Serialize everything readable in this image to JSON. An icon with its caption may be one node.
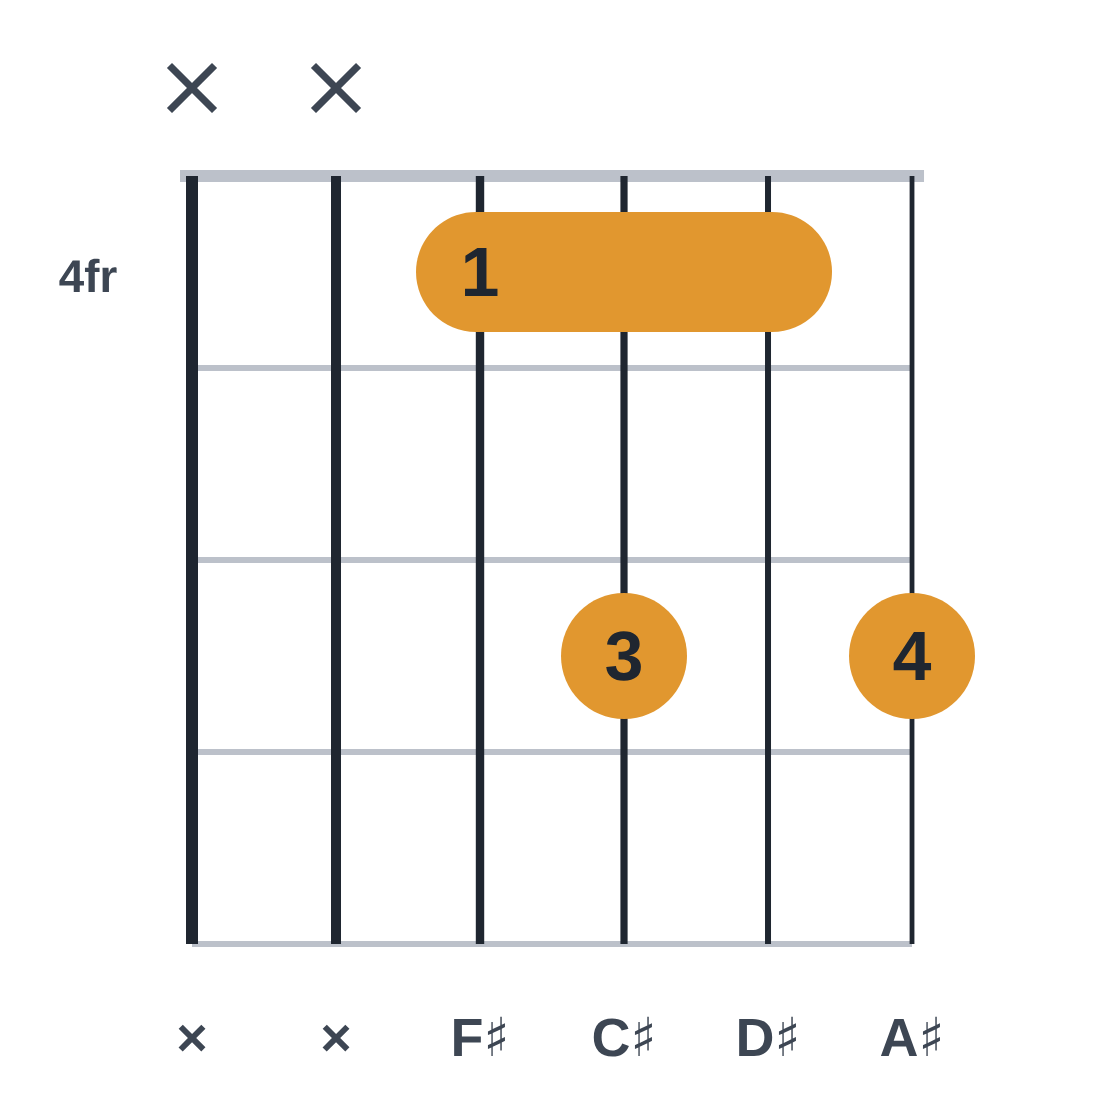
{
  "diagram": {
    "nodes": [
      {
        "text": [
          "1"
        ]
      },
      {
        "text": [
          "3"
        ]
      },
      {
        "text": [
          "4"
        ]
      }
    ],
    "labels": [
      "4fr",
      "×",
      "×",
      "F♯",
      "C♯",
      "D♯",
      "A♯"
    ]
  }
}
